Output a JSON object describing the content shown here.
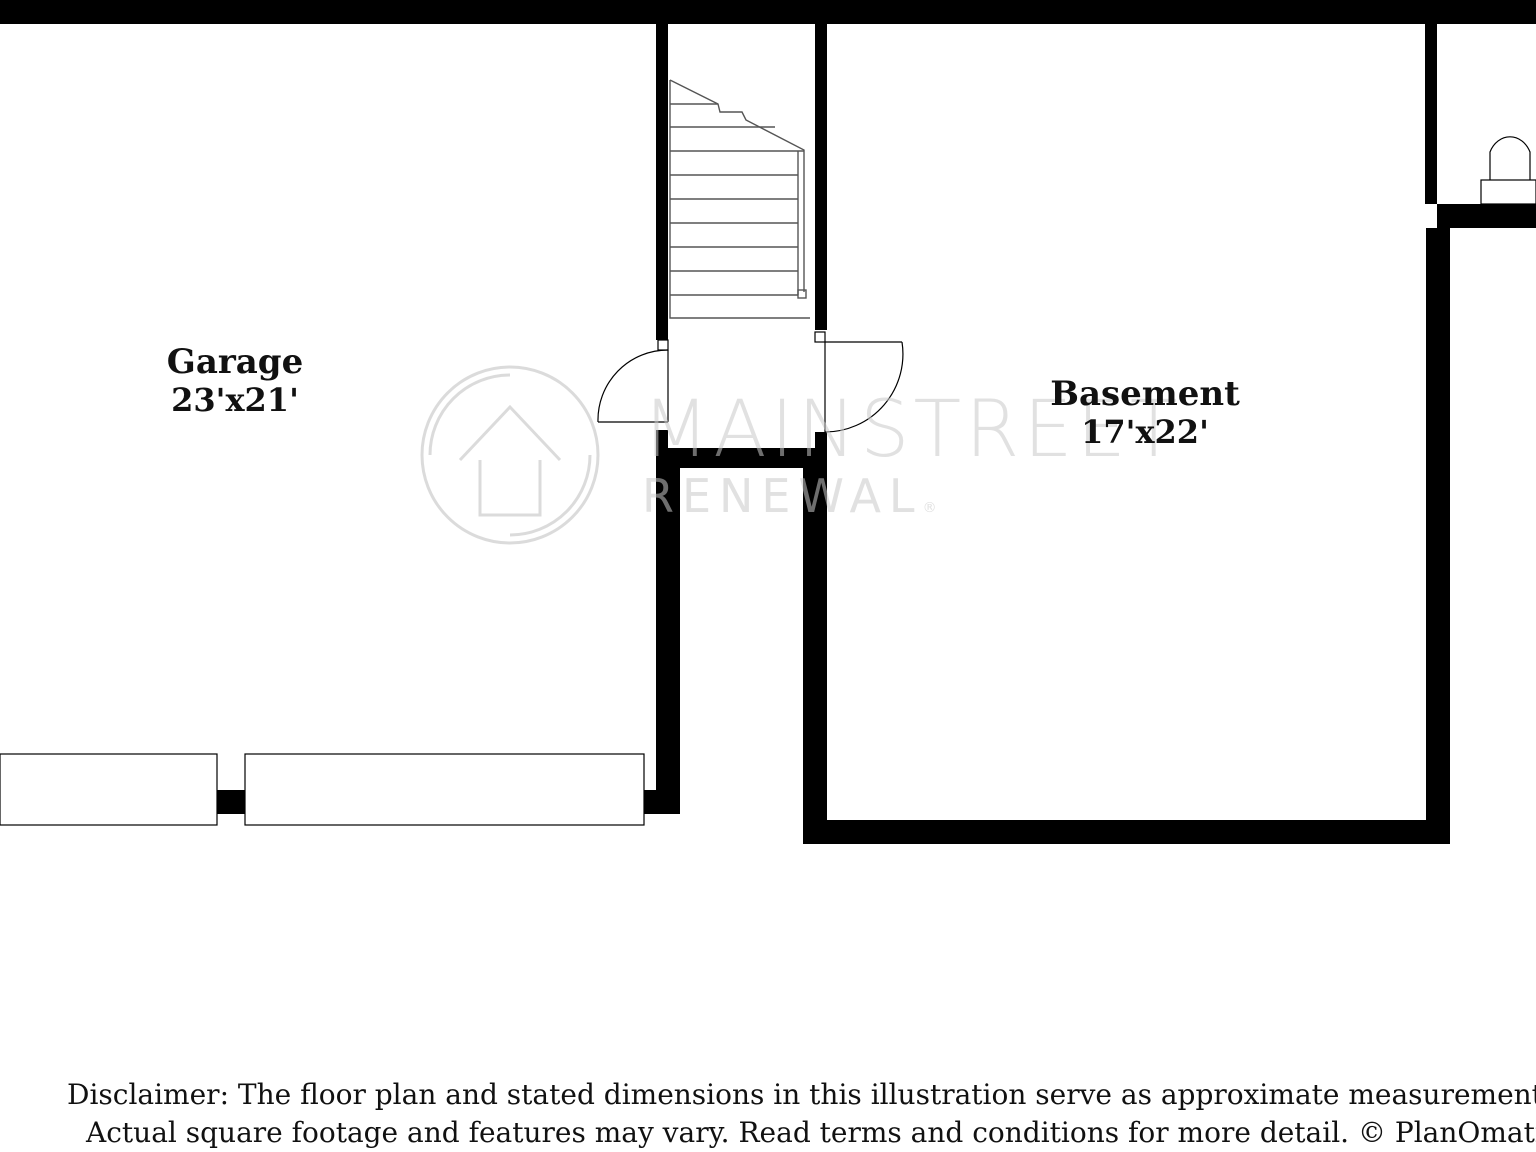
{
  "rooms": [
    {
      "name": "Garage",
      "dimensions": "23'x21'"
    },
    {
      "name": "Basement",
      "dimensions": "17'x22'"
    }
  ],
  "watermark": {
    "line1": "MAINSTREET",
    "line2": "RENEWAL",
    "mark": "®"
  },
  "disclaimer": {
    "line1": "Disclaimer: The floor plan and stated dimensions in this illustration serve as approximate measurement",
    "line2": "Actual square footage and features may vary. Read terms and conditions for more detail. © PlanOmati"
  },
  "colors": {
    "wall": "#000000",
    "background": "#ffffff",
    "watermark": "#c8c8c8"
  },
  "icons": [
    "stairs-icon",
    "door-swing-icon",
    "toilet-icon",
    "logo-icon"
  ]
}
